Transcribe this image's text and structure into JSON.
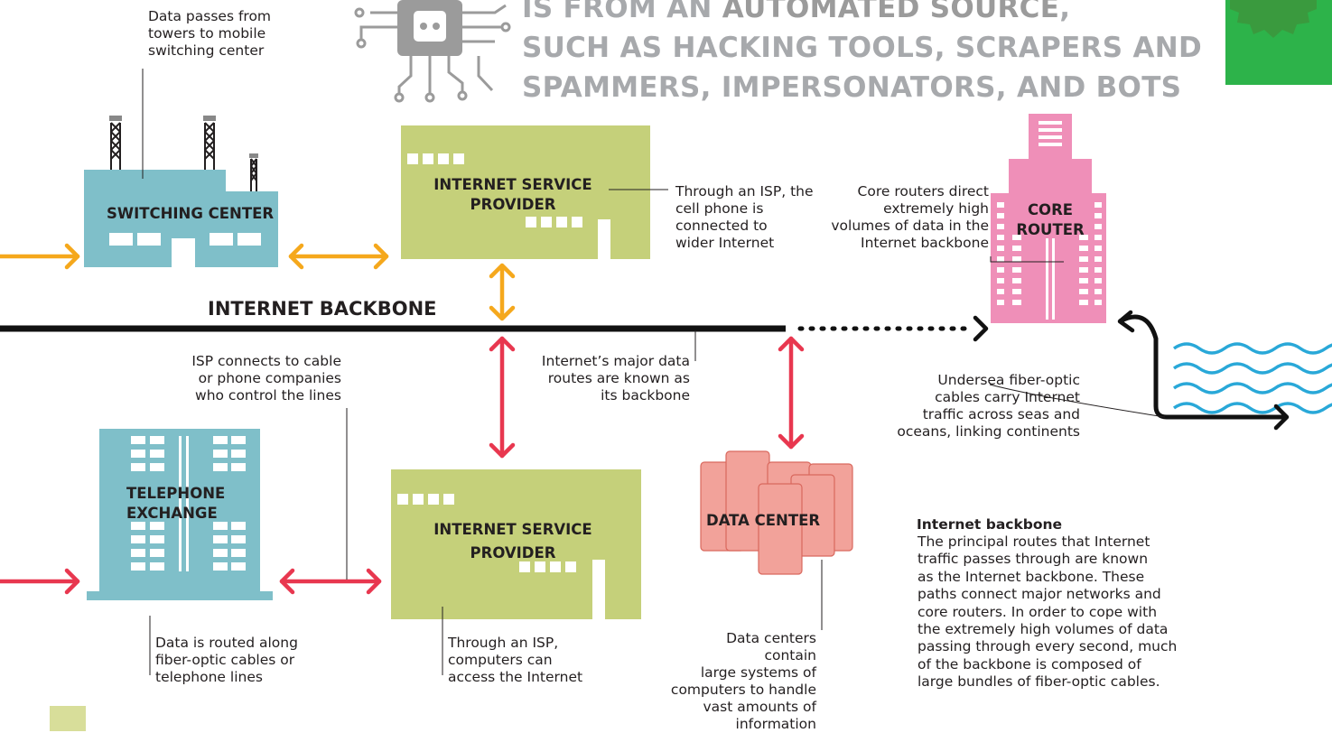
{
  "header": {
    "line1_prefix": "IS FROM AN ",
    "line1_emph": "AUTOMATED SOURCE",
    "line1_suffix": ",",
    "line2": "SUCH AS HACKING TOOLS, SCRAPERS AND",
    "line3": "SPAMMERS, IMPERSONATORS, AND BOTS",
    "icon": "robot-chip-icon",
    "corner_icon": "gear-icon",
    "colors": {
      "text": "#a7a9ac",
      "corner_green": "#2db34a"
    }
  },
  "nodes": {
    "switching_center": "SWITCHING CENTER",
    "isp_top": [
      "INTERNET SERVICE",
      "PROVIDER"
    ],
    "isp_bottom": [
      "INTERNET SERVICE",
      "PROVIDER"
    ],
    "core_router": [
      "CORE",
      "ROUTER"
    ],
    "telephone_exchange": [
      "TELEPHONE",
      "EXCHANGE"
    ],
    "data_center": "DATA CENTER"
  },
  "backbone_label": "INTERNET BACKBONE",
  "annotations": {
    "towers": [
      "Data passes from",
      "towers to mobile",
      "switching center"
    ],
    "isp_top": [
      "Through an ISP, the",
      "cell phone is",
      "connected to",
      "wider Internet"
    ],
    "core_router": [
      "Core routers direct",
      "extremely high",
      "volumes of data in the",
      "Internet backbone"
    ],
    "cable_companies": [
      "ISP connects to cable",
      "or phone companies",
      "who control the lines"
    ],
    "major_routes": [
      "Internet’s major data",
      "routes are known as",
      "its backbone"
    ],
    "undersea": [
      "Undersea fiber-optic",
      "cables carry Internet",
      "traffic across seas and",
      "oceans, linking continents"
    ],
    "fiber_lines": [
      "Data is routed along",
      "fiber-optic cables or",
      "telephone lines"
    ],
    "isp_bottom": [
      "Through an ISP,",
      "computers can",
      "access the Internet"
    ],
    "data_centers": [
      "Data centers contain",
      "large systems of",
      "computers to handle",
      "vast amounts of",
      "information"
    ]
  },
  "info_box": {
    "title": "Internet backbone",
    "lines": [
      "The principal routes that Internet",
      "traffic passes through are known",
      "as the Internet backbone. These",
      "paths connect major networks and",
      "core routers. In order to cope with",
      "the extremely high volumes of data",
      "passing through every second, much",
      "of the backbone is composed of",
      "large bundles of fiber-optic cables."
    ]
  },
  "colors": {
    "switching": "#7fbfc9",
    "isp": "#c5d07a",
    "router": "#ef8fb8",
    "exchange": "#7fbfc9",
    "datacenter": "#f2a29a",
    "yellow_arrow": "#f5a81c",
    "red_arrow": "#e8374f",
    "backbone": "#111111",
    "water": "#29a8d8"
  }
}
